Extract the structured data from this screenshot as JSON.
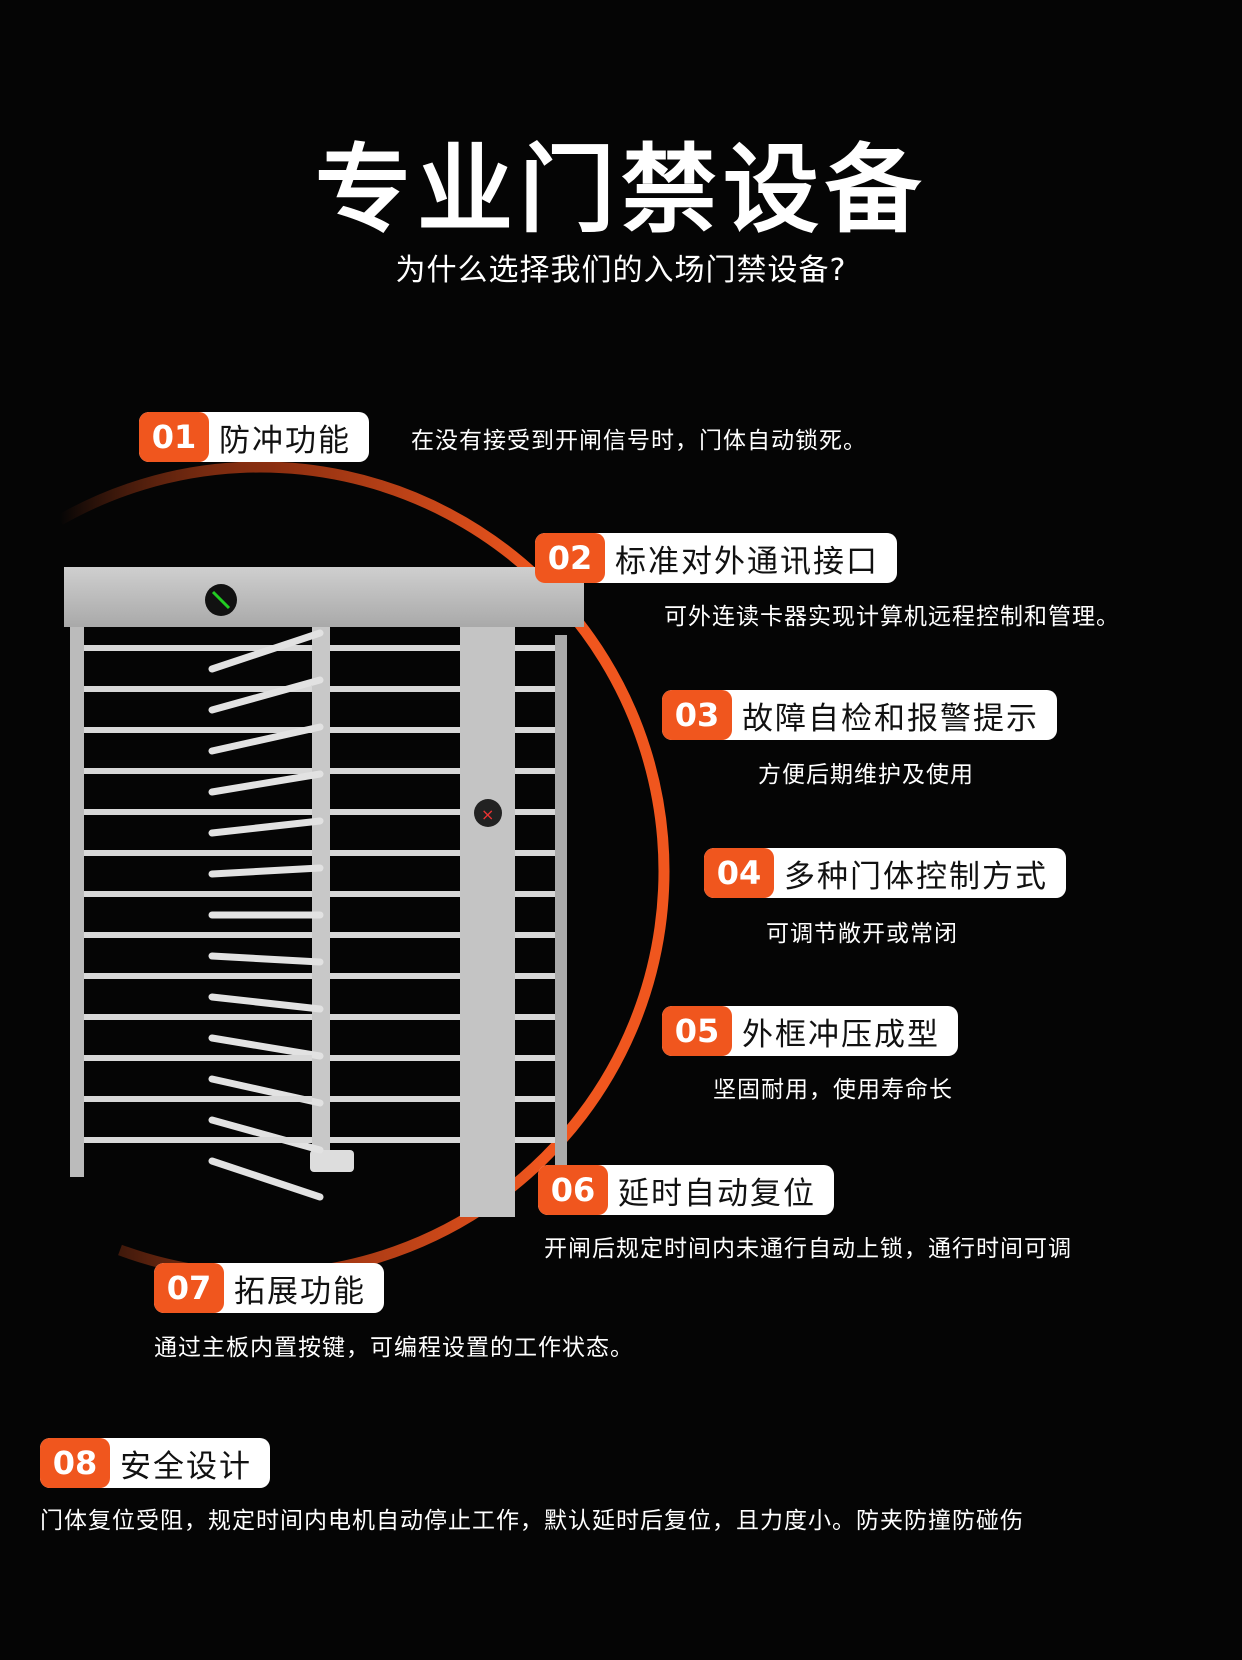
{
  "header": {
    "title": "专业门禁设备",
    "subtitle": "为什么选择我们的入场门禁设备?"
  },
  "colors": {
    "accent": "#f0561e",
    "background": "#050505"
  },
  "features": [
    {
      "num": "01",
      "label": "防冲功能",
      "desc": "在没有接受到开闸信号时，门体自动锁死。"
    },
    {
      "num": "02",
      "label": "标准对外通讯接口",
      "desc": "可外连读卡器实现计算机远程控制和管理。"
    },
    {
      "num": "03",
      "label": "故障自检和报警提示",
      "desc": "方便后期维护及使用"
    },
    {
      "num": "04",
      "label": "多种门体控制方式",
      "desc": "可调节敞开或常闭"
    },
    {
      "num": "05",
      "label": "外框冲压成型",
      "desc": "坚固耐用，使用寿命长"
    },
    {
      "num": "06",
      "label": "延时自动复位",
      "desc": "开闸后规定时间内未通行自动上锁，通行时间可调"
    },
    {
      "num": "07",
      "label": "拓展功能",
      "desc": "通过主板内置按键，可编程设置的工作状态。"
    },
    {
      "num": "08",
      "label": "安全设计",
      "desc": "门体复位受阻，规定时间内电机自动停止工作，默认延时后复位，且力度小。防夹防撞防碰伤"
    }
  ]
}
